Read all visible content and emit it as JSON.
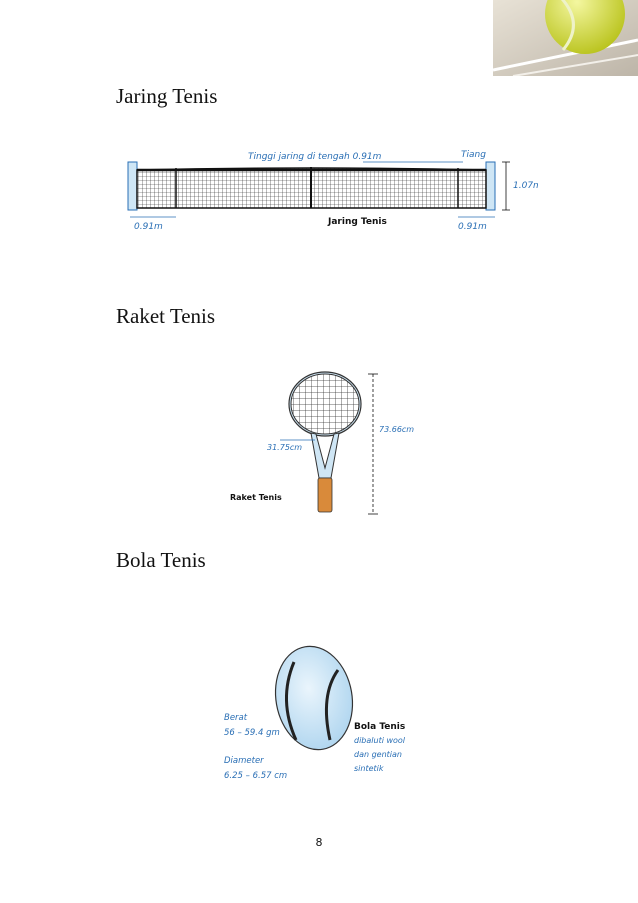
{
  "sections": [
    {
      "heading": "Jaring Tenis"
    },
    {
      "heading": "Raket Tenis"
    },
    {
      "heading": "Bola Tenis"
    }
  ],
  "net": {
    "top_label": "Tinggi jaring di tengah 0.91m",
    "post_label": "Tiang",
    "height_label": "1.07m",
    "left_label": "0.91m",
    "right_label": "0.91m",
    "caption": "Jaring Tenis"
  },
  "racket": {
    "width_label": "31.75cm",
    "length_label": "73.66cm",
    "caption": "Raket Tenis"
  },
  "ball": {
    "weight_title": "Berat",
    "weight_value": "56 – 59.4 gm",
    "diameter_title": "Diameter",
    "diameter_value": "6.25 – 6.57 cm",
    "caption": "Bola Tenis",
    "desc_line1": "dibaluti wool",
    "desc_line2": "dan gentian",
    "desc_line3": "sintetik"
  },
  "page_number": "8",
  "colors": {
    "accent_blue": "#2a6fb5",
    "ball_fill": "#cfe6f5",
    "handle": "#d98a3a"
  }
}
